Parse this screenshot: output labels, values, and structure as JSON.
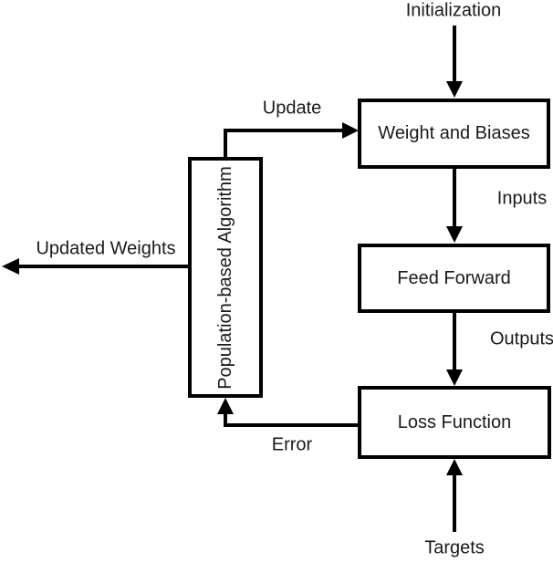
{
  "diagram": {
    "boxes": [
      {
        "id": "weight-and-biases",
        "label": "Weight and Biases"
      },
      {
        "id": "feed-forward",
        "label": "Feed Forward"
      },
      {
        "id": "loss-function",
        "label": "Loss Function"
      },
      {
        "id": "population-based-algorithm",
        "label": "Population-based Algorithm",
        "orientation": "vertical"
      }
    ],
    "edge_labels": [
      {
        "id": "initialization",
        "text": "Initialization"
      },
      {
        "id": "update",
        "text": "Update"
      },
      {
        "id": "inputs",
        "text": "Inputs"
      },
      {
        "id": "outputs",
        "text": "Outputs"
      },
      {
        "id": "targets",
        "text": "Targets"
      },
      {
        "id": "error",
        "text": "Error"
      },
      {
        "id": "updated-weights",
        "text": "Updated Weights"
      }
    ],
    "colors": {
      "line": "#000000",
      "text": "#1a1a1a",
      "background": "#ffffff"
    }
  }
}
